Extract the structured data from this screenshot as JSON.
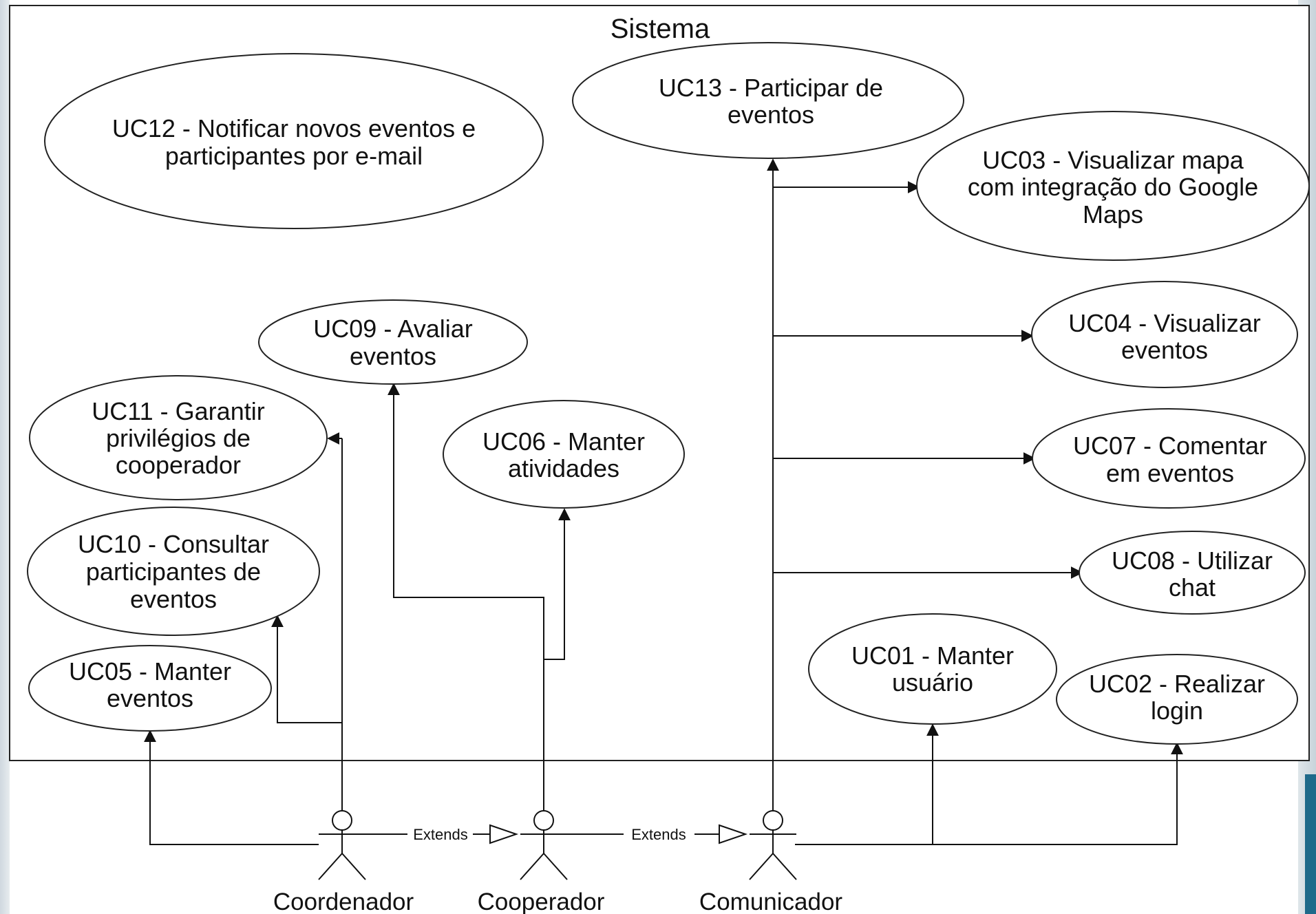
{
  "title": "Sistema",
  "use_cases": {
    "uc13": [
      "UC13 - Participar de",
      "eventos"
    ],
    "uc12": [
      "UC12 - Notificar novos eventos e",
      "participantes por e-mail"
    ],
    "uc03": [
      "UC03 - Visualizar mapa",
      "com integração do Google",
      "Maps"
    ],
    "uc09": [
      "UC09 - Avaliar",
      "eventos"
    ],
    "uc04": [
      "UC04 - Visualizar",
      "eventos"
    ],
    "uc11": [
      "UC11 - Garantir",
      "privilégios de",
      "cooperador"
    ],
    "uc06": [
      "UC06 - Manter",
      "atividades"
    ],
    "uc07": [
      "UC07 - Comentar",
      "em eventos"
    ],
    "uc10": [
      "UC10 - Consultar",
      "participantes de",
      "eventos"
    ],
    "uc08": [
      "UC08 - Utilizar",
      "chat"
    ],
    "uc01": [
      "UC01 - Manter",
      "usuário"
    ],
    "uc05": [
      "UC05 - Manter",
      "eventos"
    ],
    "uc02": [
      "UC02 - Realizar",
      "login"
    ]
  },
  "actors": {
    "coordenador": "Coordenador",
    "cooperador": "Cooperador",
    "comunicador": "Comunicador"
  },
  "relations": {
    "extends_1": "Extends",
    "extends_2": "Extends"
  }
}
